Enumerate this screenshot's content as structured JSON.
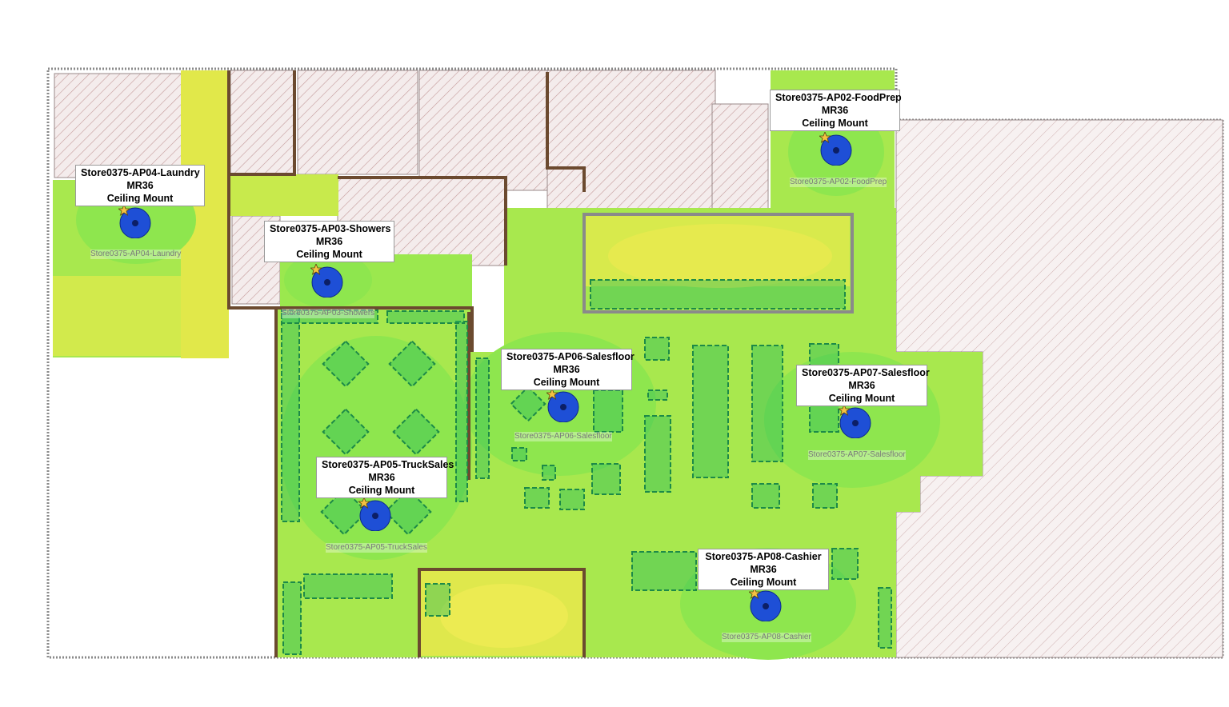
{
  "colors": {
    "background": "#ffffff",
    "hatch_area": "#f3e9e9",
    "hatch_line": "#b88f8f",
    "coverage_strong": "#8ee64e",
    "coverage_good": "#a9e84f",
    "coverage_fair": "#d7ea4d",
    "coverage_weak": "#ecec52",
    "fixture_fill": "#2fbf5c",
    "fixture_stroke": "#1d8a48",
    "wall": "#6b4a2f",
    "ap_blue": "#1e4fd6",
    "ap_star": "#f5c242"
  },
  "access_points": [
    {
      "id": "ap04",
      "name_line": "Store0375-AP04-Laundry",
      "model_line": "MR36",
      "mount_line": "Ceiling Mount",
      "caption": "Store0375-AP04-Laundry",
      "icon": "ap-star-icon"
    },
    {
      "id": "ap03",
      "name_line": "Store0375-AP03-Showers",
      "model_line": "MR36",
      "mount_line": "Ceiling Mount",
      "caption": "Store0375-AP03-Showers",
      "icon": "ap-star-icon"
    },
    {
      "id": "ap02",
      "name_line": "Store0375-AP02-FoodPrep",
      "model_line": "MR36",
      "mount_line": "Ceiling Mount",
      "caption": "Store0375-AP02-FoodPrep",
      "icon": "ap-star-icon"
    },
    {
      "id": "ap06",
      "name_line": "Store0375-AP06-Salesfloor",
      "model_line": "MR36",
      "mount_line": "Ceiling Mount",
      "caption": "Store0375-AP06-Salesfloor",
      "icon": "ap-star-icon"
    },
    {
      "id": "ap07",
      "name_line": "Store0375-AP07-Salesfloor",
      "model_line": "MR36",
      "mount_line": "Ceiling Mount",
      "caption": "Store0375-AP07-Salesfloor",
      "icon": "ap-star-icon"
    },
    {
      "id": "ap05",
      "name_line": "Store0375-AP05-TruckSales",
      "model_line": "MR36",
      "mount_line": "Ceiling Mount",
      "caption": "Store0375-AP05-TruckSales",
      "icon": "ap-star-icon"
    },
    {
      "id": "ap08",
      "name_line": "Store0375-AP08-Cashier",
      "model_line": "MR36",
      "mount_line": "Ceiling Mount",
      "caption": "Store0375-AP08-Cashier",
      "icon": "ap-star-icon"
    }
  ]
}
